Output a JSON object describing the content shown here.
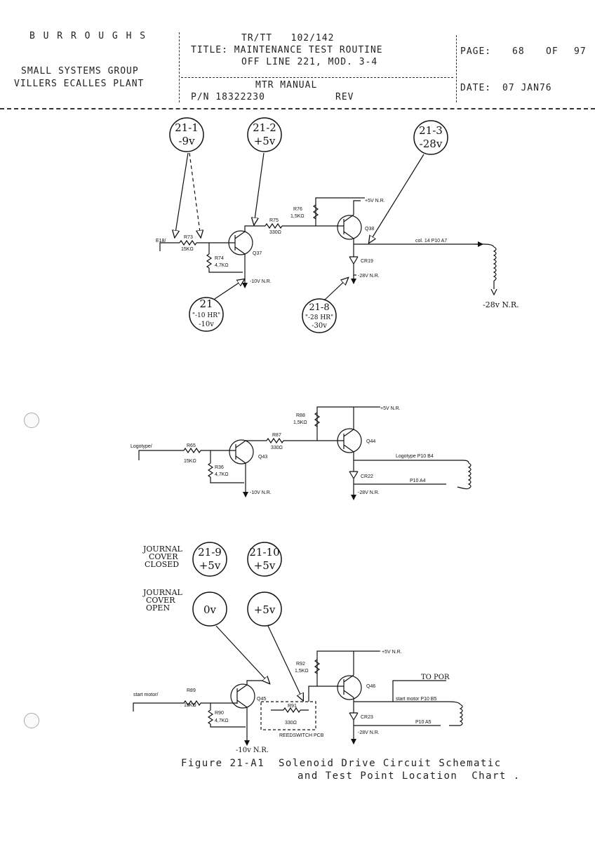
{
  "header": {
    "company": "B U R R O U G H S",
    "group": "SMALL SYSTEMS GROUP",
    "plant": "VILLERS ECALLES PLANT",
    "title_line1": "TR/TT   102/142",
    "title_line2": "TITLE: MAINTENANCE TEST ROUTINE",
    "title_line3": "OFF LINE 221, MOD. 3-4",
    "manual": "MTR MANUAL",
    "pn": "P/N 18322230",
    "rev": "REV",
    "page_label": "PAGE:",
    "page_num": "68",
    "of_label": "OF",
    "page_total": "97",
    "date_label": "DATE:",
    "date_value": "07 JAN76"
  },
  "circuit1": {
    "input": "E18/",
    "r73_name": "R73",
    "r73_val": "15KΩ",
    "r74_name": "R74",
    "r74_val": "4,7KΩ",
    "q37": "Q37",
    "r75_name": "R75",
    "r75_val": "330Ω",
    "r76_name": "R76",
    "r76_val": "1,5KΩ",
    "q38": "Q38",
    "plus5": "+5V N.R.",
    "minus10": "-10V N.R.",
    "cr19": "CR19",
    "minus28": "-28V N.R.",
    "out": "col. 14  P10  A7",
    "coil_return": "-28v N.R.",
    "tp1_id": "21-1",
    "tp1_v": "-9v",
    "tp2_id": "21-2",
    "tp2_v": "+5v",
    "tp3_id": "21-3",
    "tp3_v": "-28v",
    "tp7_id": "21",
    "tp7_l1": "\"-10 HR\"",
    "tp7_l2": "-10v",
    "tp8_id": "21-8",
    "tp8_l1": "\"-28 HR\"",
    "tp8_l2": "-30v"
  },
  "circuit2": {
    "input": "Logotype/",
    "r65_name": "R65",
    "r65_val": "15KΩ",
    "r36_name": "R36",
    "r36_val": "4,7KΩ",
    "q43": "Q43",
    "r87_name": "R87",
    "r87_val": "330Ω",
    "r88_name": "R88",
    "r88_val": "1,5KΩ",
    "q44": "Q44",
    "plus5": "+5V N.R.",
    "minus10": "-10V N.R.",
    "cr22": "CR22",
    "minus28": "-28V N.R.",
    "out1": "Logotype  P10  B4",
    "out2": "P10    A4"
  },
  "circuit3": {
    "label_closed_1": "JOURNAL",
    "label_closed_2": "COVER",
    "label_closed_3": "CLOSED",
    "label_open_1": "JOURNAL",
    "label_open_2": "COVER",
    "label_open_3": "OPEN",
    "tp9_id": "21-9",
    "tp9_v": "+5v",
    "tp10_id": "21-10",
    "tp10_v": "+5v",
    "open_v1": "0v",
    "open_v2": "+5v",
    "input": "start motor/",
    "r89_name": "R89",
    "r89_val": "15KΩ",
    "r90_name": "R90",
    "r90_val": "4,7KΩ",
    "q45": "Q45",
    "r91_name": "R91",
    "r91_val": "330Ω",
    "pcb": "REEDSWITCH PCB",
    "r92_name": "R92",
    "r92_val": "1,5KΩ",
    "q46": "Q46",
    "plus5": "+5V N.R.",
    "minus10": "-10v N.R.",
    "cr23": "CR23",
    "minus28": "-28V N.R.",
    "to_por": "TO POR",
    "out1": "start motor  P10   B5",
    "out2": "P10    A5"
  },
  "caption": {
    "line1": "Figure 21-A1  Solenoid Drive Circuit Schematic",
    "line2": "and Test Point Location  Chart ."
  }
}
